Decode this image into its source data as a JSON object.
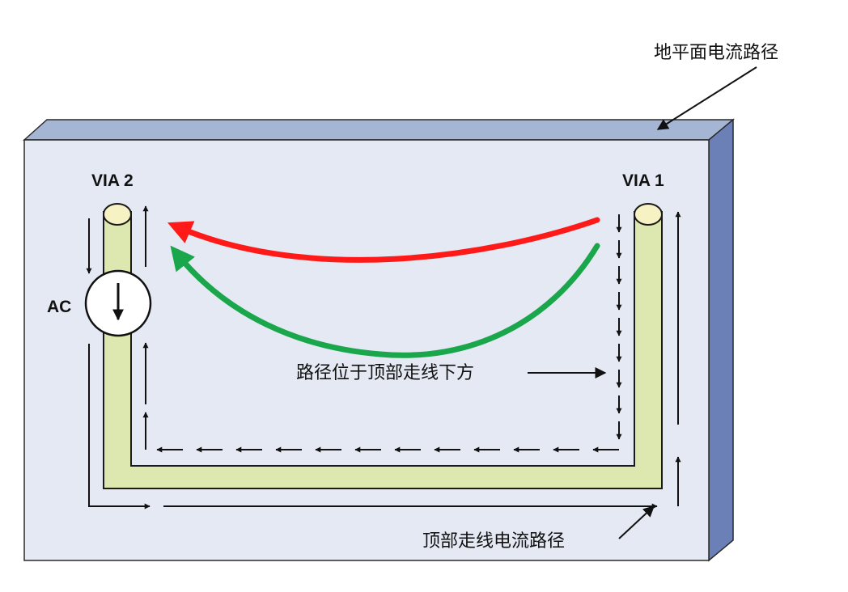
{
  "labels": {
    "ground_plane_path": "地平面电流路径",
    "via2": "VIA 2",
    "via1": "VIA 1",
    "ac": "AC",
    "under_trace_path": "路径位于顶部走线下方",
    "top_trace_path": "顶部走线电流路径"
  },
  "colors": {
    "board_face": "#e4e9f3",
    "board_top": "#a5b6d4",
    "board_side": "#6c80b8",
    "trace": "#dde8b0",
    "red_path": "#ff1a1a",
    "green_path": "#1aa64a",
    "ink": "#111111"
  },
  "icons": {
    "source_arrow": "down-arrow-icon",
    "via_cap": "via-circle-icon"
  }
}
